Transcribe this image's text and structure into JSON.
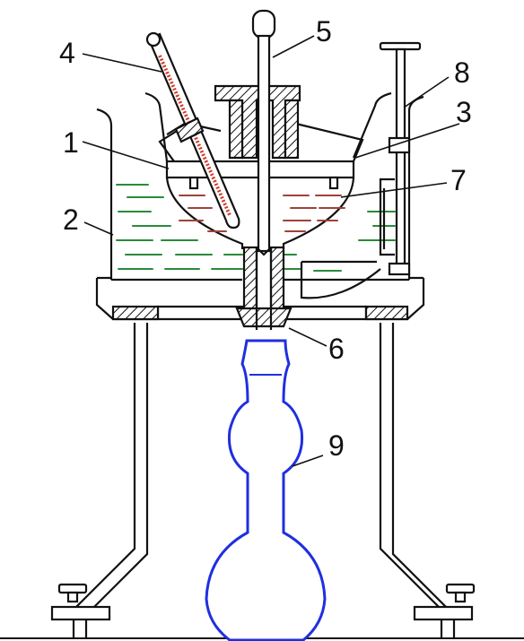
{
  "labels": {
    "l1": "1",
    "l2": "2",
    "l3": "3",
    "l4": "4",
    "l5": "5",
    "l6": "6",
    "l7": "7",
    "l8": "8",
    "l9": "9"
  },
  "colors": {
    "outline": "#111111",
    "water_bath_liquid": "#2a8a3a",
    "sample_liquid": "#a0413a",
    "thermometer_scale": "#d23a2a",
    "receiving_flask": "#1f2fe0",
    "background": "#ffffff"
  }
}
